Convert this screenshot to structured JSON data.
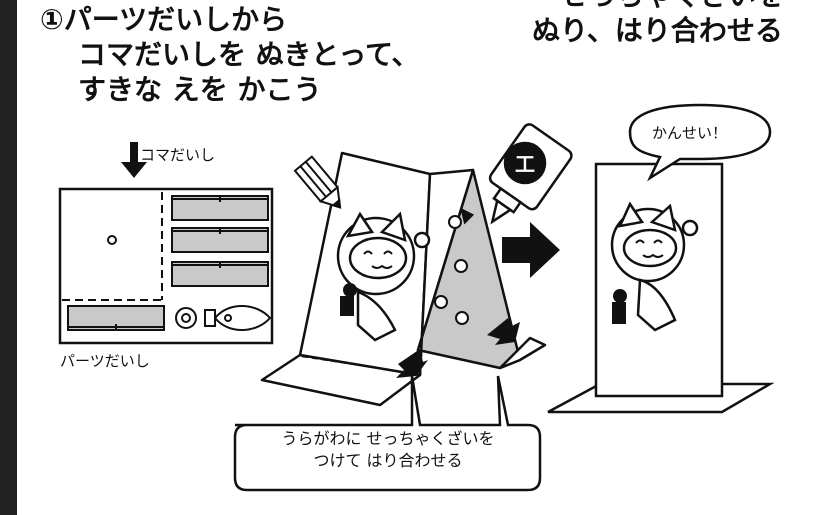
{
  "heading": {
    "line1": "①パーツだいしから",
    "line2": "コマだいしを ぬきとって、",
    "line3": "すきな えを かこう"
  },
  "heading_right": {
    "line1": "せっちゃくざいを",
    "line2": "ぬり、はり合わせる"
  },
  "labels": {
    "koma_daishi": "コマだいし",
    "parts_daishi": "パーツだいし"
  },
  "speech": {
    "text": "かんせい！"
  },
  "callout": {
    "line1": "うらがわに せっちゃくざいを",
    "line2": "つけて はり合わせる"
  },
  "glue_tube": {
    "label": "工"
  }
}
